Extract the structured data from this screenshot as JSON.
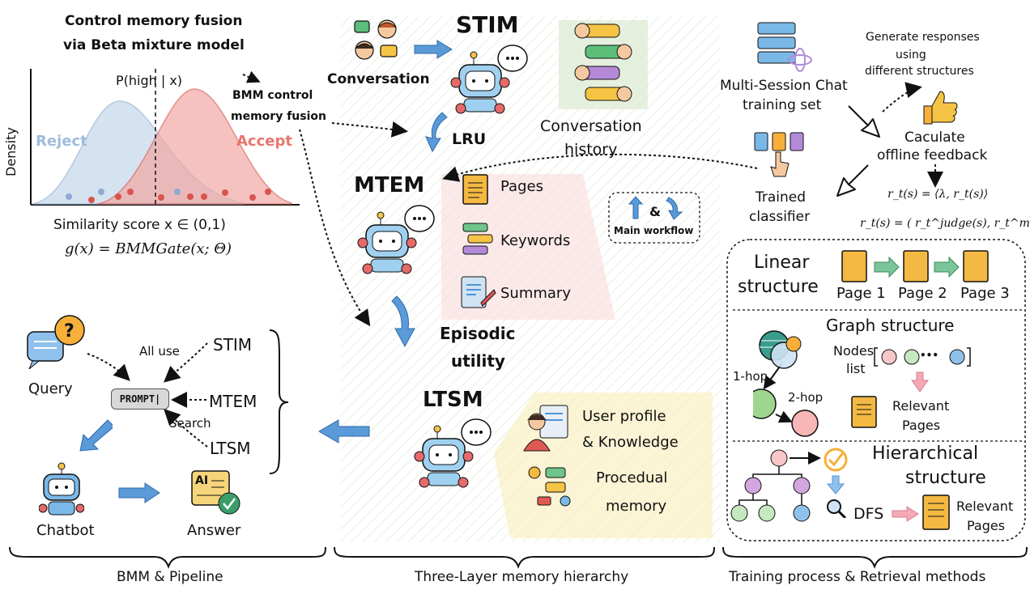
{
  "colors": {
    "reject": "#8fb3d9",
    "accept": "#e05a55",
    "hatch": "#cfe0c6",
    "robot": "#7ab8e8",
    "arrow": "#4f94d6"
  },
  "bmm": {
    "title_line1": "Control memory fusion",
    "title_line2": "via Beta mixture model",
    "p_high": "P(high | x)",
    "fusion_label_line1": "BMM control",
    "fusion_label_line2": "memory fusion",
    "reject": "Reject",
    "accept": "Accept",
    "ylabel": "Density",
    "xlabel": "Similarity score x ∈ (0,1)",
    "formula": "g(x) = BMMGate(x; Θ)"
  },
  "pipeline": {
    "query": "Query",
    "all_use": "All use",
    "search": "Search",
    "prompt": "PROMPT|",
    "stim": "STIM",
    "mtem": "MTEM",
    "ltsm": "LTSM",
    "chatbot": "Chatbot",
    "answer": "Answer",
    "answer_icon_text": "AI"
  },
  "memory": {
    "stim": "STIM",
    "conversation": "Conversation",
    "conversation_history_line1": "Conversation",
    "conversation_history_line2": "history",
    "lru": "LRU",
    "mtem": "MTEM",
    "pages": "Pages",
    "keywords": "Keywords",
    "summary": "Summary",
    "episodic_line1": "Episodic",
    "episodic_line2": "utility",
    "ltsm": "LTSM",
    "user_profile_line1": "User profile",
    "user_profile_line2": "& Knowledge",
    "procedural_line1": "Procedual",
    "procedural_line2": "memory",
    "main_workflow": "Main workflow",
    "amp": "&"
  },
  "training": {
    "multi_session_line1": "Multi-Session Chat",
    "multi_session_line2": "training set",
    "generate_line1": "Generate responses",
    "generate_line2": "using",
    "generate_line3": "different structures",
    "calculate_line1": "Caculate",
    "calculate_line2": "offline feedback",
    "trained_line1": "Trained",
    "trained_line2": "classifier",
    "formula1": "r_t(s) = ⟨λ, r_t(s)⟩",
    "formula2": "r_t(s) = ( r_t^judge(s), r_t^mem(s) )"
  },
  "retrieval": {
    "linear_line1": "Linear",
    "linear_line2": "structure",
    "page1": "Page 1",
    "page2": "Page 2",
    "page3": "Page 3",
    "graph_title": "Graph structure",
    "one_hop": "1-hop",
    "two_hop": "2-hop",
    "nodes_line1": "Nodes",
    "nodes_line2": "list",
    "ellipsis": "•••",
    "relevant_line1": "Relevant",
    "relevant_line2": "Pages",
    "hier_line1": "Hierarchical",
    "hier_line2": "structure",
    "dfs": "DFS",
    "relevant2_line1": "Relevant",
    "relevant2_line2": "Pages"
  },
  "sections": {
    "left": "BMM & Pipeline",
    "middle": "Three-Layer memory hierarchy",
    "right": "Training process & Retrieval methods"
  }
}
